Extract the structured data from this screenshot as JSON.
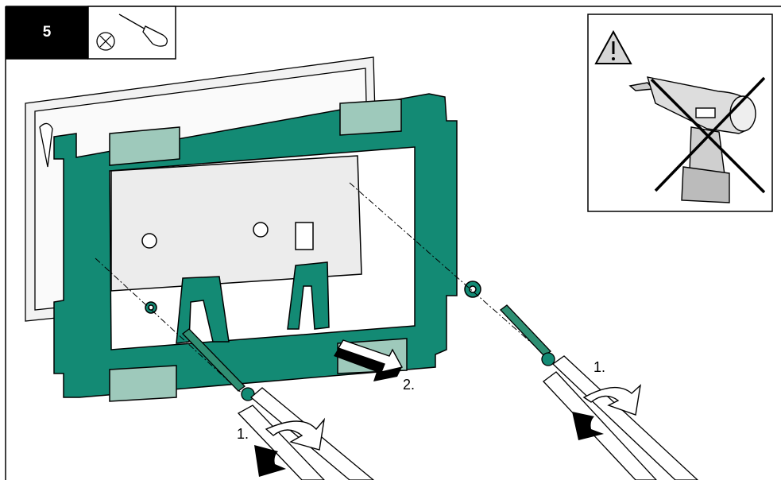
{
  "step": {
    "number": "5"
  },
  "steps": {
    "unscrew_left": "1.",
    "unscrew_right": "1.",
    "pull_frame": "2."
  },
  "colors": {
    "frame_green": "#138a74",
    "pad_grey": "#9ec9bb",
    "line": "#000000",
    "background": "#ffffff"
  },
  "icons": {
    "tool": "screwdriver-icon",
    "warning": "warning-triangle-icon",
    "prohibited": "no-power-drill-icon"
  }
}
